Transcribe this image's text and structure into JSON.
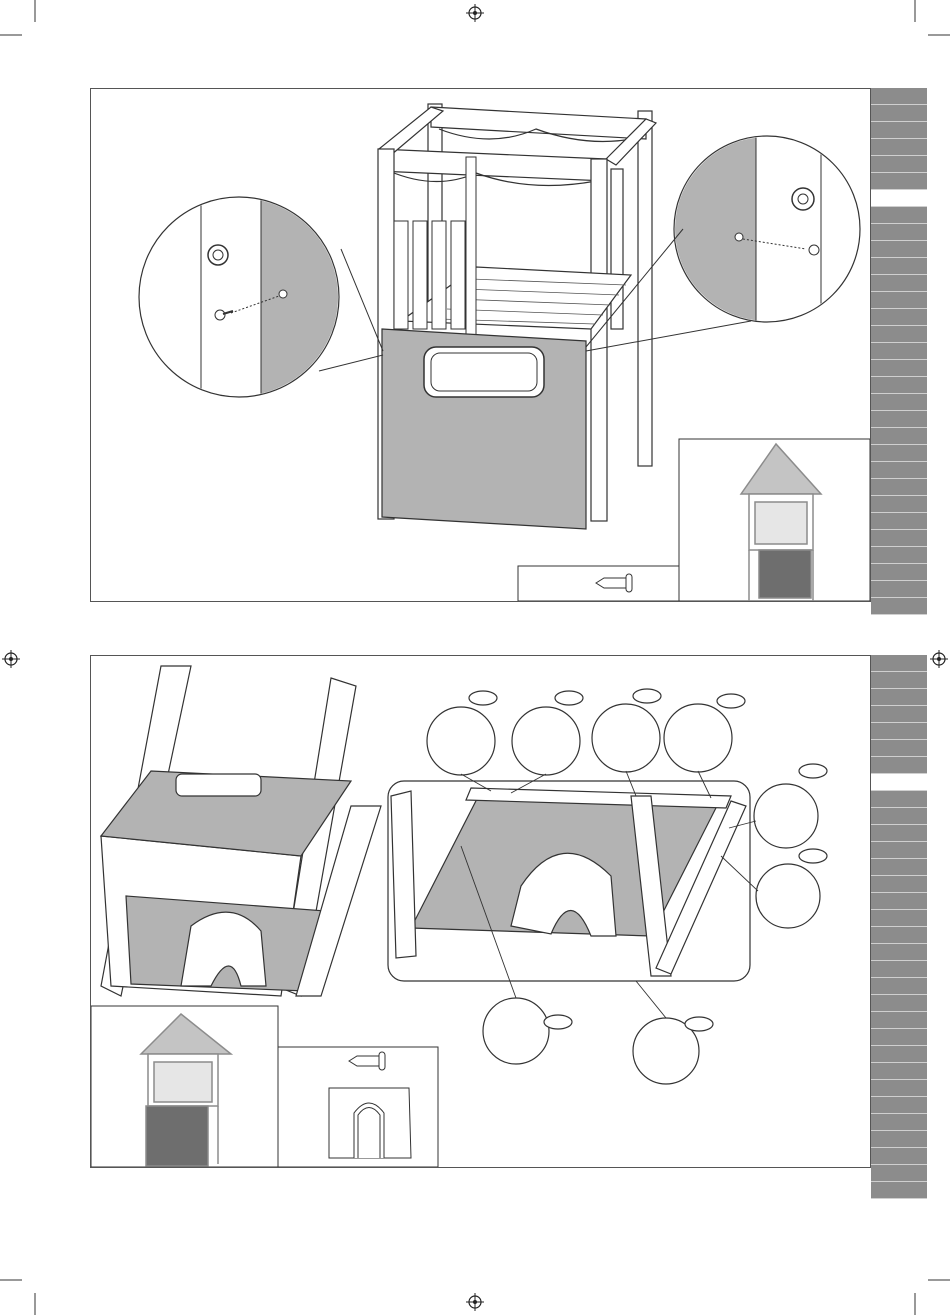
{
  "document": {
    "type": "assembly-instructions-page",
    "colors": {
      "panel_border": "#555555",
      "tab_gray": "#8c8c8c",
      "wall_fill": "#b3b3b3",
      "wood_fill": "#ffffff",
      "line": "#333333"
    }
  },
  "registration_marks": [
    "crosshair-icon",
    "crosshair-icon",
    "crosshair-icon",
    "crosshair-icon"
  ],
  "step_top": {
    "hardware": {
      "icon": "screw-icon"
    },
    "detail_callouts": [
      {
        "icon": "magnifier-detail-left"
      },
      {
        "icon": "magnifier-detail-right"
      }
    ],
    "preview": {
      "icon": "playhouse-preview-icon"
    }
  },
  "step_bottom": {
    "hardware": {
      "icon": "screw-icon"
    },
    "part": {
      "icon": "arched-wall-panel-icon"
    },
    "preview": {
      "icon": "playhouse-preview-icon"
    },
    "detail_callouts": [
      {
        "icon": "screw-detail-1"
      },
      {
        "icon": "screw-detail-2"
      },
      {
        "icon": "screw-detail-3"
      },
      {
        "icon": "screw-detail-4"
      },
      {
        "icon": "screw-detail-5"
      },
      {
        "icon": "screw-detail-6"
      },
      {
        "icon": "screw-detail-7"
      },
      {
        "icon": "screw-detail-8"
      }
    ]
  }
}
